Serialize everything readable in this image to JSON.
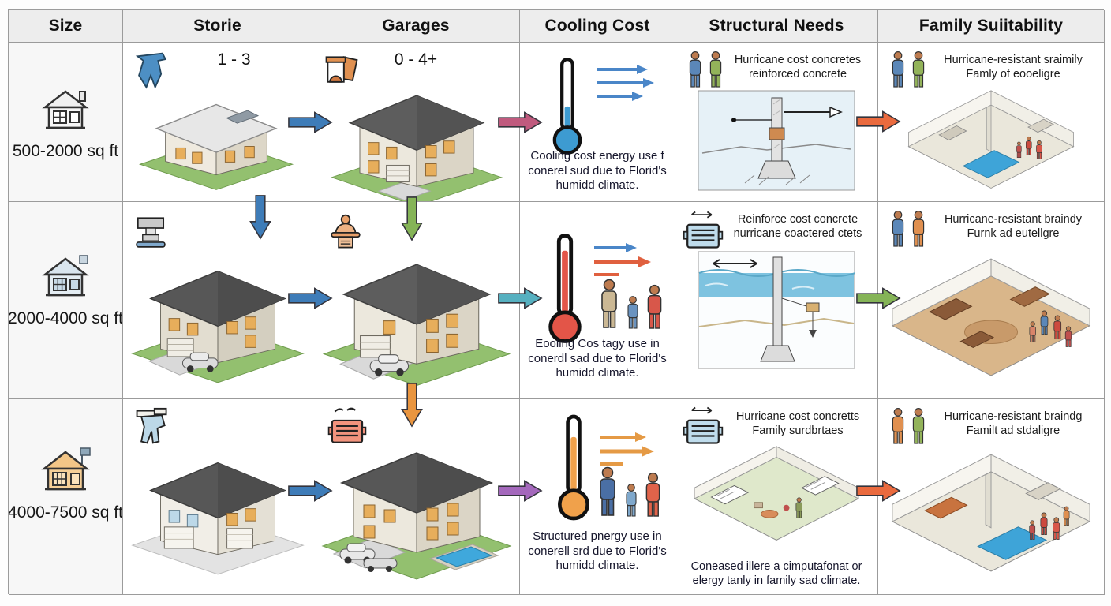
{
  "header": {
    "columns": [
      "Size",
      "Storie",
      "Garages",
      "Cooling Cost",
      "Structural Needs",
      "Family Suiitability"
    ]
  },
  "rows": [
    {
      "size": "500-2000 sq ft",
      "stories": "1 - 3",
      "garages": "0 - 4+",
      "cooling": "Cooling cost energy use f conerel sud due to Florid's humidd climate.",
      "structural": "Hurricane cost concretes reinforced concrete",
      "family": "Hurricane-resistant sraimily Famly of eooeligre"
    },
    {
      "size": "2000-4000 sq ft",
      "cooling": "Eooling Cos tagy use in conerdl sad due to Florid's humidd climate.",
      "structural": "Reinforce cost concrete nurricane coactered ctets",
      "family": "Hurricane-resistant braindy Furnk ad eutellgre"
    },
    {
      "size": "4000-7500 sq ft",
      "cooling": "Structured pnergy use in conerell srd due to Florid's humidd climate.",
      "structural": "Hurricane cost concretts Family surdbrtaes",
      "structural_note": "Coneased illere a cimputafonat or elergy tanly in family sad climate.",
      "family": "Hurricane-resistant braindg Familt ad stdaligre"
    }
  ],
  "icons": {
    "size_row1": "small-house-icon",
    "size_row2": "medium-house-icon",
    "size_row3": "large-house-icon",
    "storie_row1": "stories-glyph-icon",
    "storie_row2": "sign-icon",
    "storie_row3": "stories-glyph-icon",
    "garages_row1": "garage-icon",
    "garages_row2": "garage-bell-icon",
    "garages_row3": "garage-shutter-icon",
    "cooling": "thermometer-icon",
    "structural_row1": "people-pair-icon",
    "structural_row2": "hurricane-shutter-icon",
    "structural_row3": "hurricane-shutter-icon",
    "family": "people-pair-icon"
  },
  "colors": {
    "arrow_blue": "#3e7cb8",
    "arrow_green": "#85b457",
    "arrow_orange": "#e9953f",
    "arrow_crimson": "#c05a7e",
    "arrow_teal": "#56b0c0",
    "arrow_purple": "#a468bc",
    "arrow_orangered": "#ea6a3e",
    "thermo_cold": "#3d9bd1",
    "thermo_hot": "#e35548",
    "thermo_warm": "#f0a14b"
  }
}
